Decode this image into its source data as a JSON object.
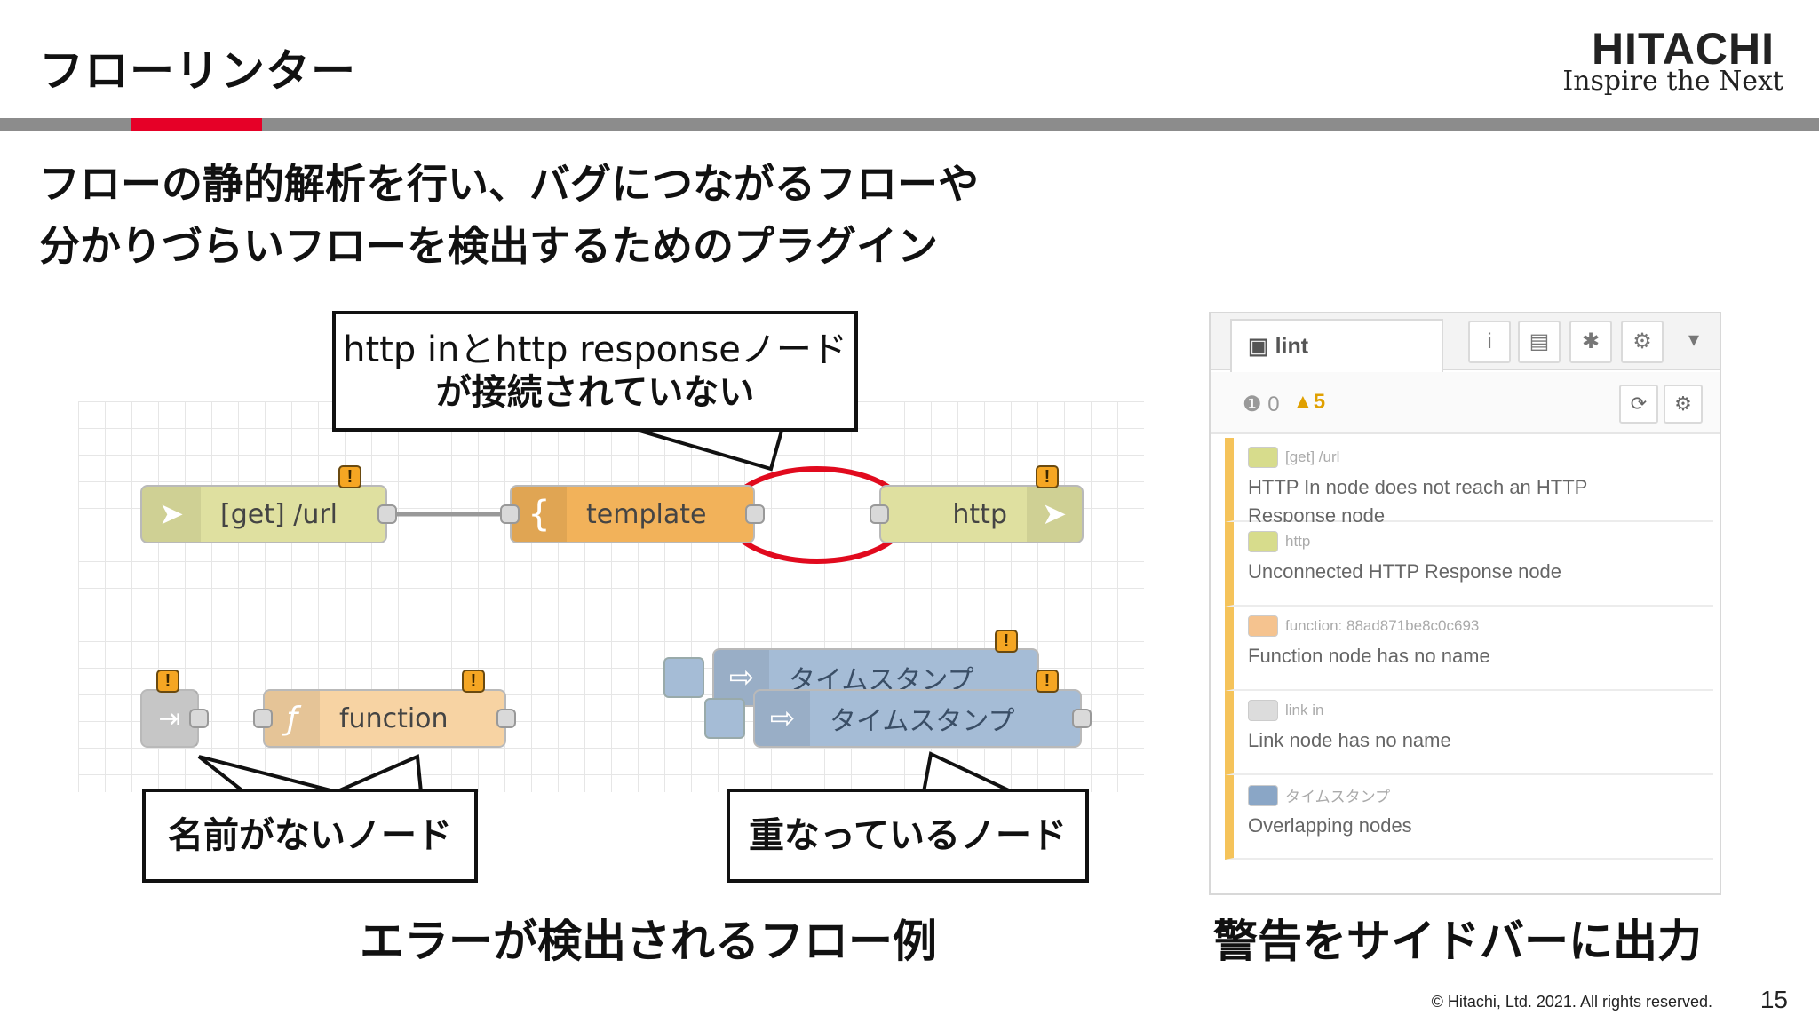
{
  "header": {
    "title": "フローリンター",
    "logo_main": "HITACHI",
    "logo_sub": "Inspire the Next"
  },
  "subtitle": {
    "line1": "フローの静的解析を行い、バグにつながるフローや",
    "line2": "分かりづらいフローを検出するためのプラグイン"
  },
  "flow": {
    "nodes": {
      "get_url": "[get] /url",
      "template": "template",
      "http": "http",
      "function": "function",
      "timestamp_back": "タイムスタンプ",
      "timestamp_front": "タイムスタンプ"
    },
    "warn_glyph": "!",
    "callouts": {
      "unconnected_line1": "http inとhttp responseノード",
      "unconnected_line2": "が接続されていない",
      "unnamed": "名前がないノード",
      "overlapping": "重なっているノード"
    },
    "caption": "エラーが検出されるフロー例"
  },
  "sidebar": {
    "tab_label": "lint",
    "tab_icons": [
      "info-icon",
      "book-icon",
      "bug-icon",
      "gear-icon",
      "caret-down-icon"
    ],
    "error_count": "0",
    "warning_count": "5",
    "items": [
      {
        "tag": "[get] /url",
        "message_line1": "HTTP In node does not reach an HTTP",
        "message_line2": "Response node",
        "color": "#d7dc8c"
      },
      {
        "tag": "http",
        "message_line1": "Unconnected HTTP Response node",
        "message_line2": "",
        "color": "#d7dc8c"
      },
      {
        "tag": "function: 88ad871be8c0c693",
        "message_line1": "Function node has no name",
        "message_line2": "",
        "color": "#f5c38f"
      },
      {
        "tag": "link in",
        "message_line1": "Link node has no name",
        "message_line2": "",
        "color": "#dcdcdc"
      },
      {
        "tag": "タイムスタンプ",
        "message_line1": "Overlapping nodes",
        "message_line2": "",
        "color": "#8aa6c6"
      }
    ],
    "caption": "警告をサイドバーに出力"
  },
  "footer": {
    "copyright": "© Hitachi, Ltd. 2021. All rights reserved.",
    "page": "15"
  },
  "colors": {
    "accent_red": "#e60027",
    "rule_gray": "#8c8c8c",
    "node_yellow": "#dfe0a0",
    "node_orange": "#f2b25a",
    "node_function": "#f7d3a3",
    "node_blue": "#a5bcd6",
    "warn_orange": "#f5a623"
  }
}
